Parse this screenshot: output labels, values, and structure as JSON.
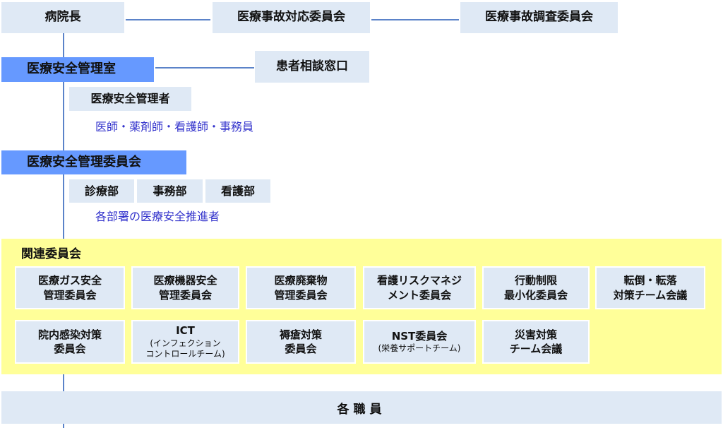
{
  "top_row": {
    "director": "病院長",
    "accident_response_committee": "医療事故対応委員会",
    "accident_investigation_committee": "医療事故調査委員会"
  },
  "safety_office": {
    "label": "医療安全管理室",
    "patient_consultation": "患者相談窓口",
    "manager": "医療安全管理者",
    "manager_roles": "医師・薬剤師・看護師・事務員"
  },
  "safety_committee": {
    "label": "医療安全管理委員会",
    "departments": [
      "診療部",
      "事務部",
      "看護部"
    ],
    "promoters_note": "各部署の医療安全推進者"
  },
  "related_committees": {
    "title": "関連委員会",
    "row1": [
      {
        "line1": "医療ガス安全",
        "line2": "管理委員会"
      },
      {
        "line1": "医療機器安全",
        "line2": "管理委員会"
      },
      {
        "line1": "医療廃棄物",
        "line2": "管理委員会"
      },
      {
        "line1": "看護リスクマネジ",
        "line2": "メント委員会"
      },
      {
        "line1": "行動制限",
        "line2": "最小化委員会"
      },
      {
        "line1": "転倒・転落",
        "line2": "対策チーム会議"
      }
    ],
    "row2": [
      {
        "line1": "院内感染対策",
        "line2": "委員会"
      },
      {
        "line1": "ICT",
        "sub1": "(インフェクション",
        "sub2": "コントロールチーム)"
      },
      {
        "line1": "褥瘡対策",
        "line2": "委員会"
      },
      {
        "line1": "NST委員会",
        "sub1": "(栄養サポートチーム)"
      },
      {
        "line1": "災害対策",
        "line2": "チーム会議"
      }
    ]
  },
  "all_staff": "各職員",
  "colors": {
    "box_fill": "#dfe9f5",
    "highlight_fill": "#6699ff",
    "connector": "#5b83c9",
    "note_text": "#3333cc",
    "related_bg": "#ffff99"
  }
}
